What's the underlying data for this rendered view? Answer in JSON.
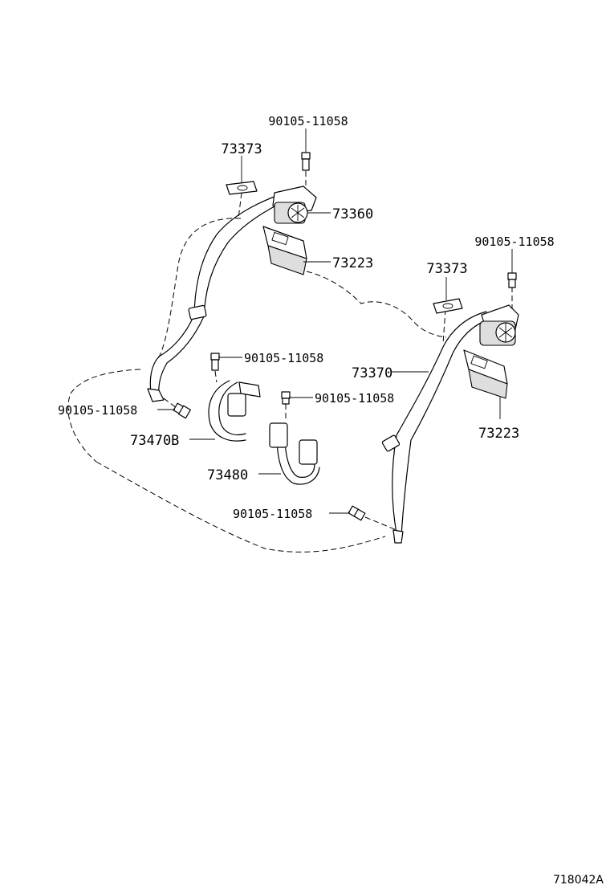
{
  "labels": {
    "bolt_top": "90105-11058",
    "plate_left": "73373",
    "retractor_left": "73360",
    "cover_left": "73223",
    "bolt_right_top": "90105-11058",
    "plate_right": "73373",
    "bolt_center": "90105-11058",
    "belt_right": "73370",
    "bolt_mid": "90105-11058",
    "bolt_left": "90105-11058",
    "buckle_left": "73470B",
    "cover_right": "73223",
    "buckle_center": "73480",
    "bolt_bottom": "90105-11058"
  },
  "diagram_code": "718042A"
}
